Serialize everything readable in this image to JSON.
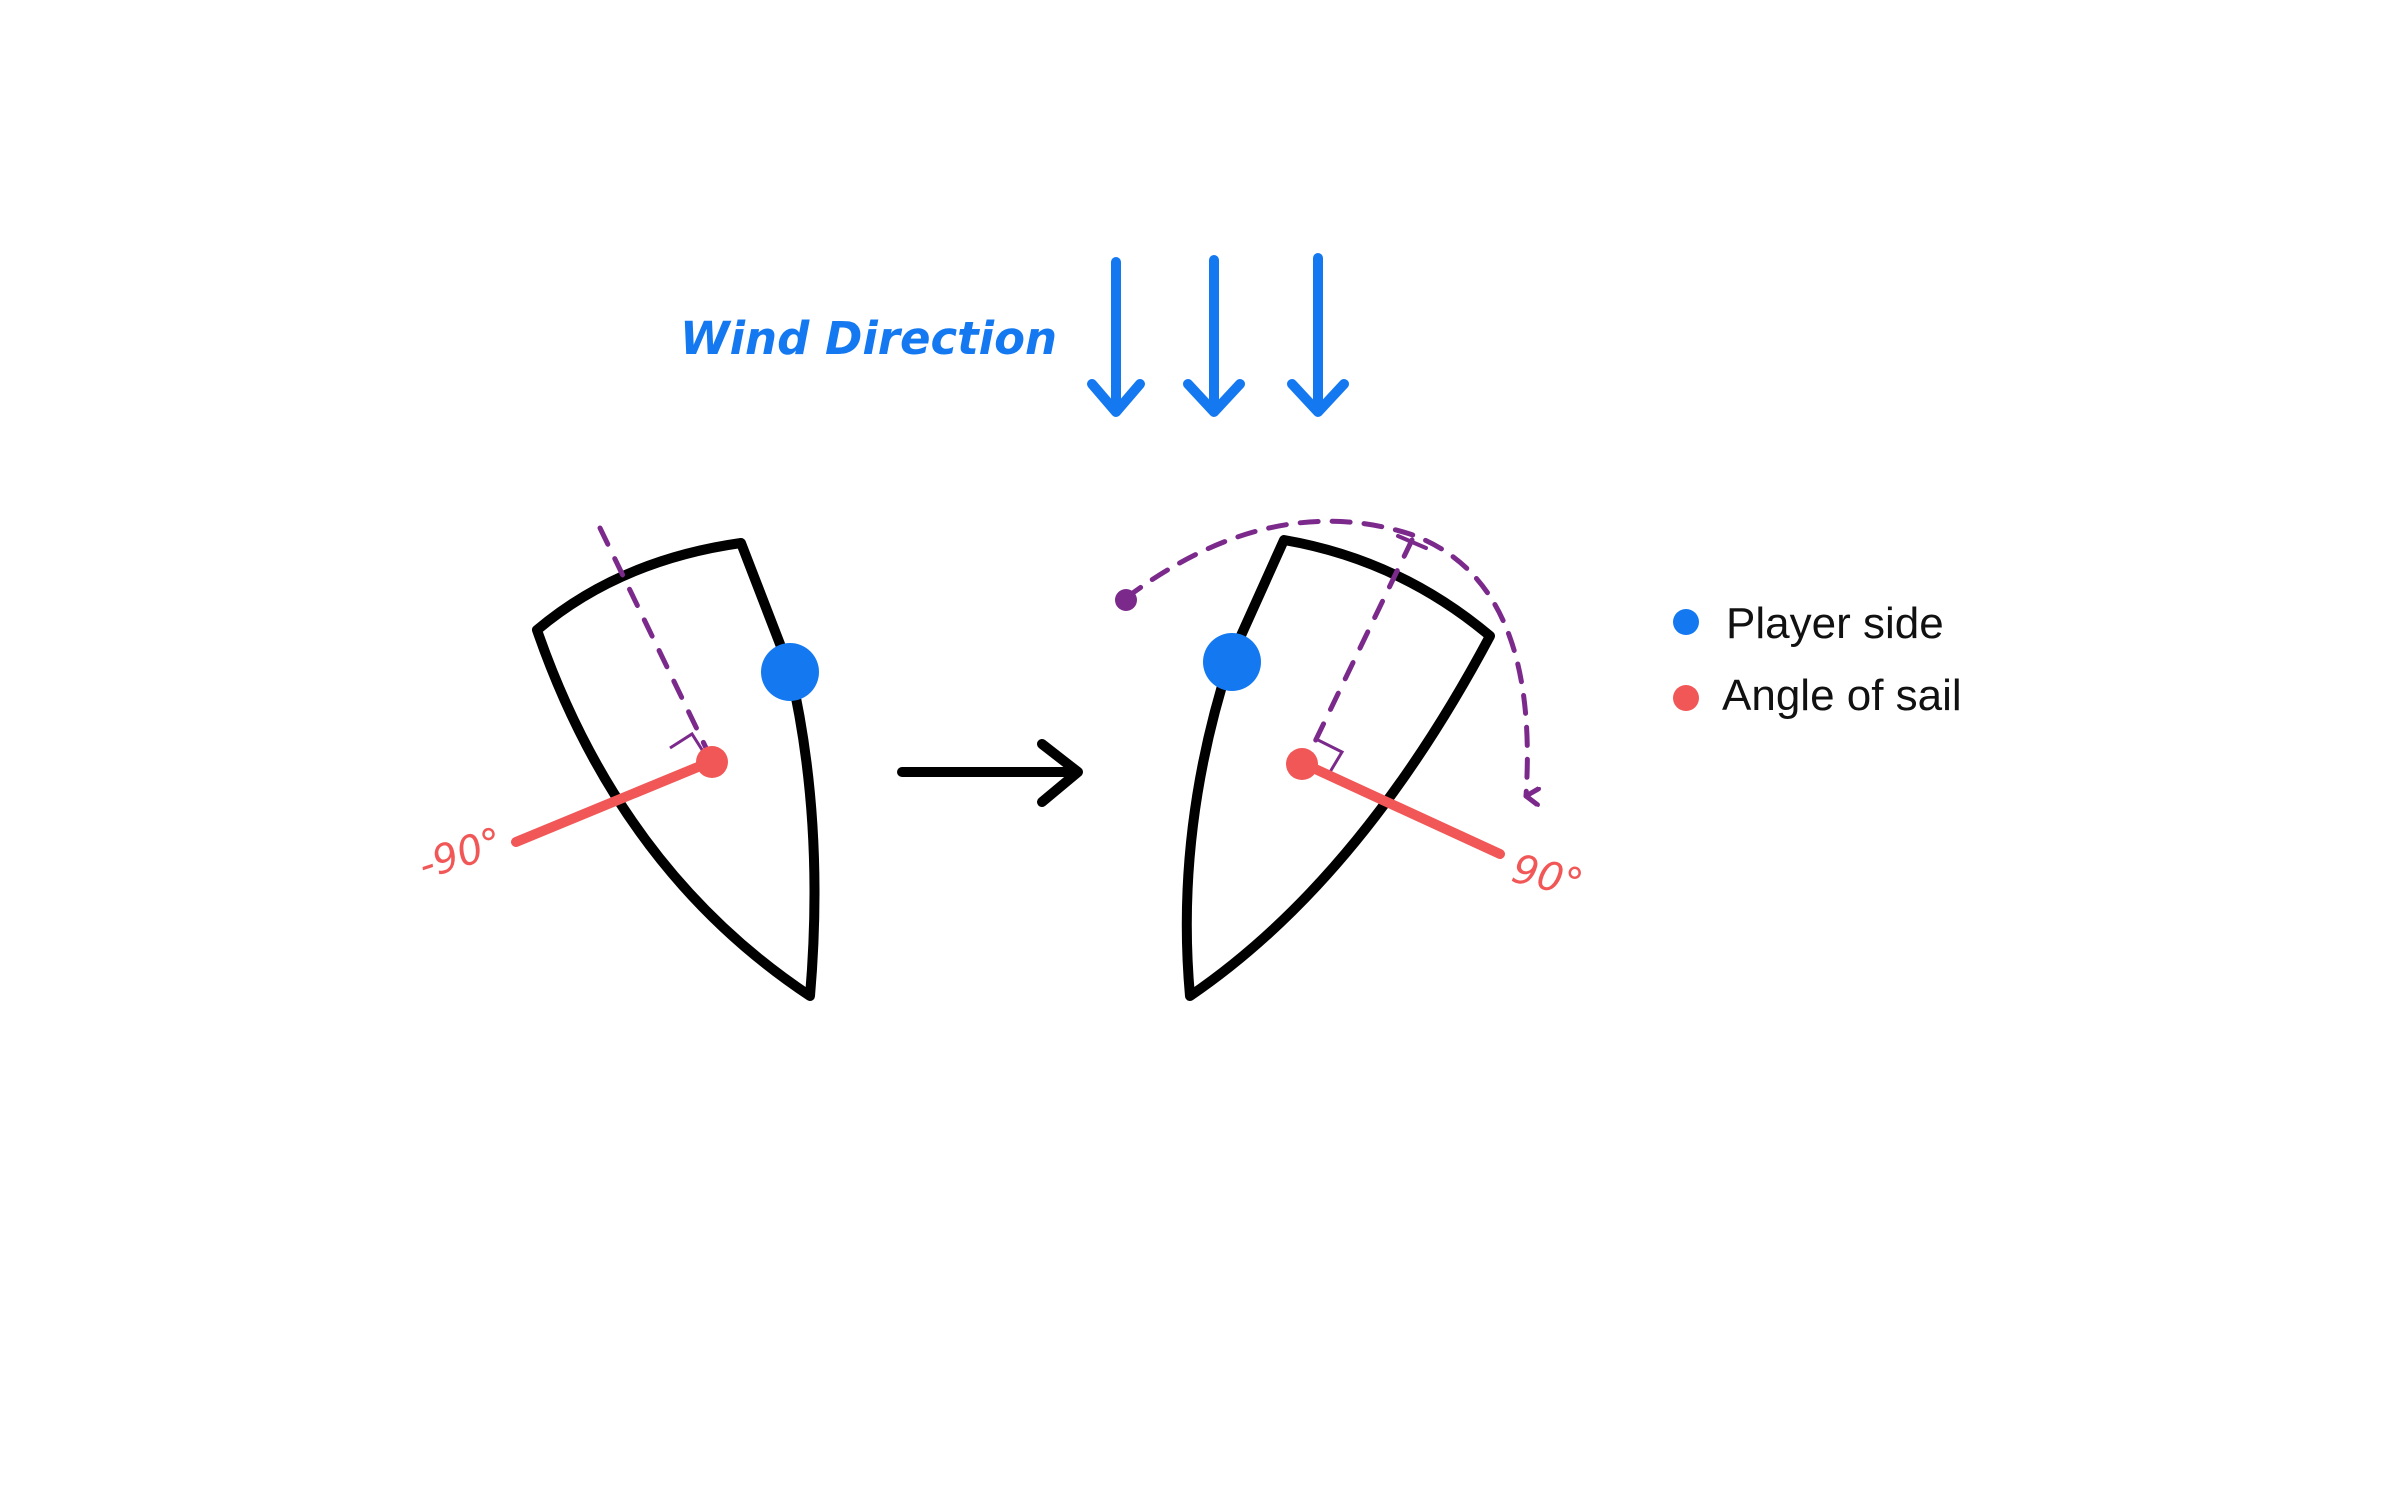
{
  "wind": {
    "label": "Wind Direction",
    "color": "#1479f0"
  },
  "angles": {
    "left": "-90°",
    "right": "90°",
    "color": "#f25757"
  },
  "legend": {
    "items": [
      {
        "label": "Player side",
        "color": "#1479f0"
      },
      {
        "label": "Angle of sail",
        "color": "#f25757"
      }
    ]
  },
  "colors": {
    "outline": "#000000",
    "player_side": "#1479f0",
    "sail": "#f25757",
    "guide": "#7b2a8c"
  }
}
